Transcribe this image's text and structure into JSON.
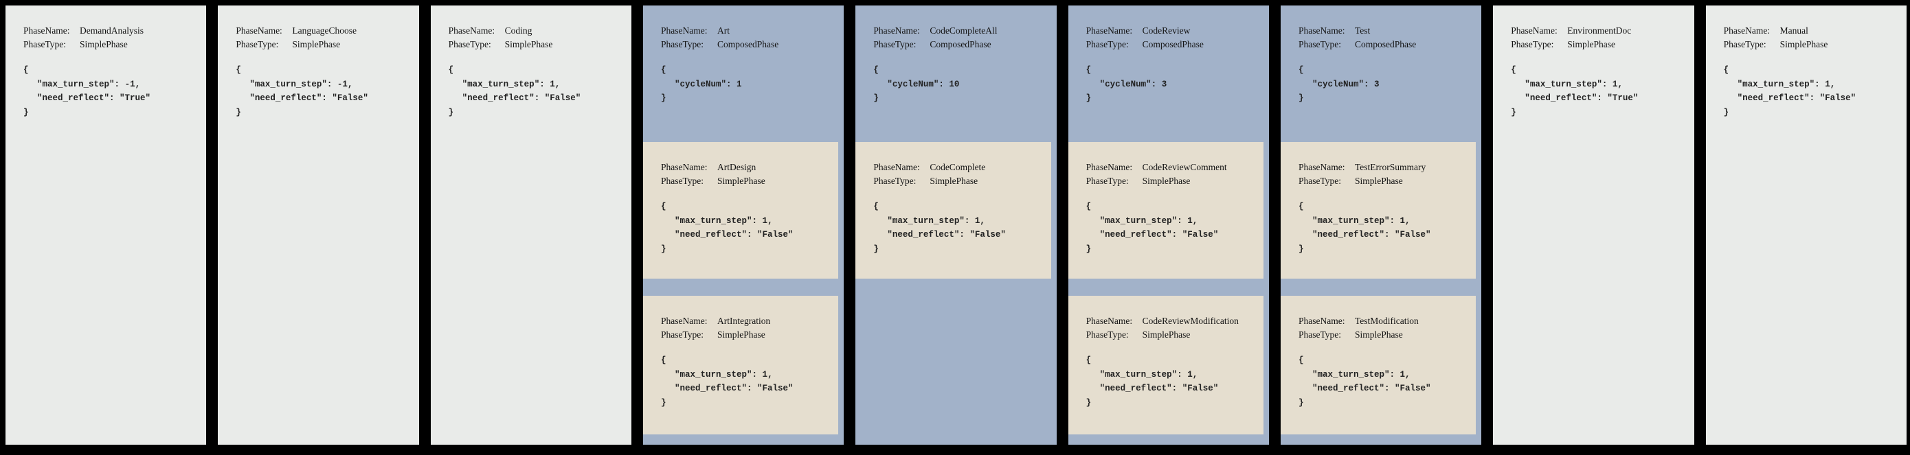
{
  "labels": {
    "phase_name": "PhaseName:",
    "phase_type": "PhaseType:"
  },
  "colors": {
    "page_bg": "#000000",
    "simple_bg": "#e9ebe9",
    "composed_bg": "#a2b2c9",
    "subphase_bg": "#e5decf",
    "text": "#141414"
  },
  "phases": [
    {
      "name": "DemandAnalysis",
      "type": "SimplePhase",
      "config": [
        {
          "key": "max_turn_step",
          "value": "-1"
        },
        {
          "key": "need_reflect",
          "value": "\"True\""
        }
      ],
      "subphases": []
    },
    {
      "name": "LanguageChoose",
      "type": "SimplePhase",
      "config": [
        {
          "key": "max_turn_step",
          "value": "-1"
        },
        {
          "key": "need_reflect",
          "value": "\"False\""
        }
      ],
      "subphases": []
    },
    {
      "name": "Coding",
      "type": "SimplePhase",
      "config": [
        {
          "key": "max_turn_step",
          "value": "1"
        },
        {
          "key": "need_reflect",
          "value": "\"False\""
        }
      ],
      "subphases": []
    },
    {
      "name": "Art",
      "type": "ComposedPhase",
      "config": [
        {
          "key": "cycleNum",
          "value": "1"
        }
      ],
      "subphases": [
        {
          "name": "ArtDesign",
          "type": "SimplePhase",
          "config": [
            {
              "key": "max_turn_step",
              "value": "1"
            },
            {
              "key": "need_reflect",
              "value": "\"False\""
            }
          ]
        },
        {
          "name": "ArtIntegration",
          "type": "SimplePhase",
          "config": [
            {
              "key": "max_turn_step",
              "value": "1"
            },
            {
              "key": "need_reflect",
              "value": "\"False\""
            }
          ]
        }
      ]
    },
    {
      "name": "CodeCompleteAll",
      "type": "ComposedPhase",
      "config": [
        {
          "key": "cycleNum",
          "value": "10"
        }
      ],
      "subphases": [
        {
          "name": "CodeComplete",
          "type": "SimplePhase",
          "config": [
            {
              "key": "max_turn_step",
              "value": "1"
            },
            {
              "key": "need_reflect",
              "value": "\"False\""
            }
          ]
        }
      ]
    },
    {
      "name": "CodeReview",
      "type": "ComposedPhase",
      "config": [
        {
          "key": "cycleNum",
          "value": "3"
        }
      ],
      "subphases": [
        {
          "name": "CodeReviewComment",
          "type": "SimplePhase",
          "config": [
            {
              "key": "max_turn_step",
              "value": "1"
            },
            {
              "key": "need_reflect",
              "value": "\"False\""
            }
          ]
        },
        {
          "name": "CodeReviewModification",
          "type": "SimplePhase",
          "config": [
            {
              "key": "max_turn_step",
              "value": "1"
            },
            {
              "key": "need_reflect",
              "value": "\"False\""
            }
          ]
        }
      ]
    },
    {
      "name": "Test",
      "type": "ComposedPhase",
      "config": [
        {
          "key": "cycleNum",
          "value": "3"
        }
      ],
      "subphases": [
        {
          "name": "TestErrorSummary",
          "type": "SimplePhase",
          "config": [
            {
              "key": "max_turn_step",
              "value": "1"
            },
            {
              "key": "need_reflect",
              "value": "\"False\""
            }
          ]
        },
        {
          "name": "TestModification",
          "type": "SimplePhase",
          "config": [
            {
              "key": "max_turn_step",
              "value": "1"
            },
            {
              "key": "need_reflect",
              "value": "\"False\""
            }
          ]
        }
      ]
    },
    {
      "name": "EnvironmentDoc",
      "type": "SimplePhase",
      "config": [
        {
          "key": "max_turn_step",
          "value": "1"
        },
        {
          "key": "need_reflect",
          "value": "\"True\""
        }
      ],
      "subphases": []
    },
    {
      "name": "Manual",
      "type": "SimplePhase",
      "config": [
        {
          "key": "max_turn_step",
          "value": "1"
        },
        {
          "key": "need_reflect",
          "value": "\"False\""
        }
      ],
      "subphases": []
    }
  ]
}
